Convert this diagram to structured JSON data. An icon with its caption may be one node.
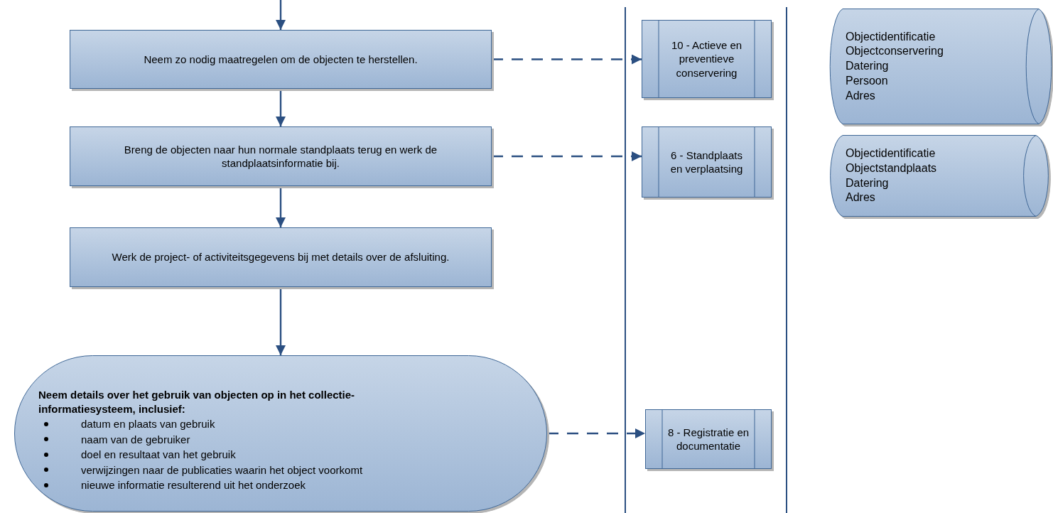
{
  "diagram": {
    "nodes": [
      {
        "text": [
          "Neem zo nodig maatregelen om de objecten te herstellen."
        ]
      },
      {
        "text": [
          "Breng de objecten naar hun normale standplaats terug en werk de standplaatsinformatie bij."
        ]
      },
      {
        "text": [
          "Werk de project- of activiteitsgegevens bij met details over de afsluiting."
        ]
      },
      {
        "text": [
          "Neem details over het gebruik van objecten op in het collectie-informatiesysteem, inclusief:",
          "datum en plaats van gebruik",
          "naam van de gebruiker",
          "doel en resultaat van het gebruik",
          "verwijzingen naar de publicaties waarin het object voorkomt",
          "nieuwe informatie resulterend uit het onderzoek"
        ]
      },
      {
        "text": [
          "10 - Actieve en preventieve conservering"
        ]
      },
      {
        "text": [
          "6 - Standplaats en verplaatsing"
        ]
      },
      {
        "text": [
          "8 - Registratie en documentatie"
        ]
      },
      {
        "text": [
          "Objectidentificatie",
          "Objectconservering",
          "Datering",
          "Persoon",
          "Adres"
        ]
      },
      {
        "text": [
          "Objectidentificatie",
          "Objectstandplaats",
          "Datering",
          "Adres"
        ]
      }
    ],
    "edges": [
      {
        "from": null,
        "to": 0,
        "arrow": "to"
      },
      {
        "from": 0,
        "to": 1,
        "arrow": "to"
      },
      {
        "from": 1,
        "to": 2,
        "arrow": "to"
      },
      {
        "from": 2,
        "to": 3,
        "arrow": "to"
      },
      {
        "from": 0,
        "to": 4,
        "arrow": "to",
        "style": "dashed"
      },
      {
        "from": 1,
        "to": 5,
        "arrow": "to",
        "style": "dashed"
      },
      {
        "from": 3,
        "to": 6,
        "arrow": "to",
        "style": "dashed"
      }
    ]
  }
}
